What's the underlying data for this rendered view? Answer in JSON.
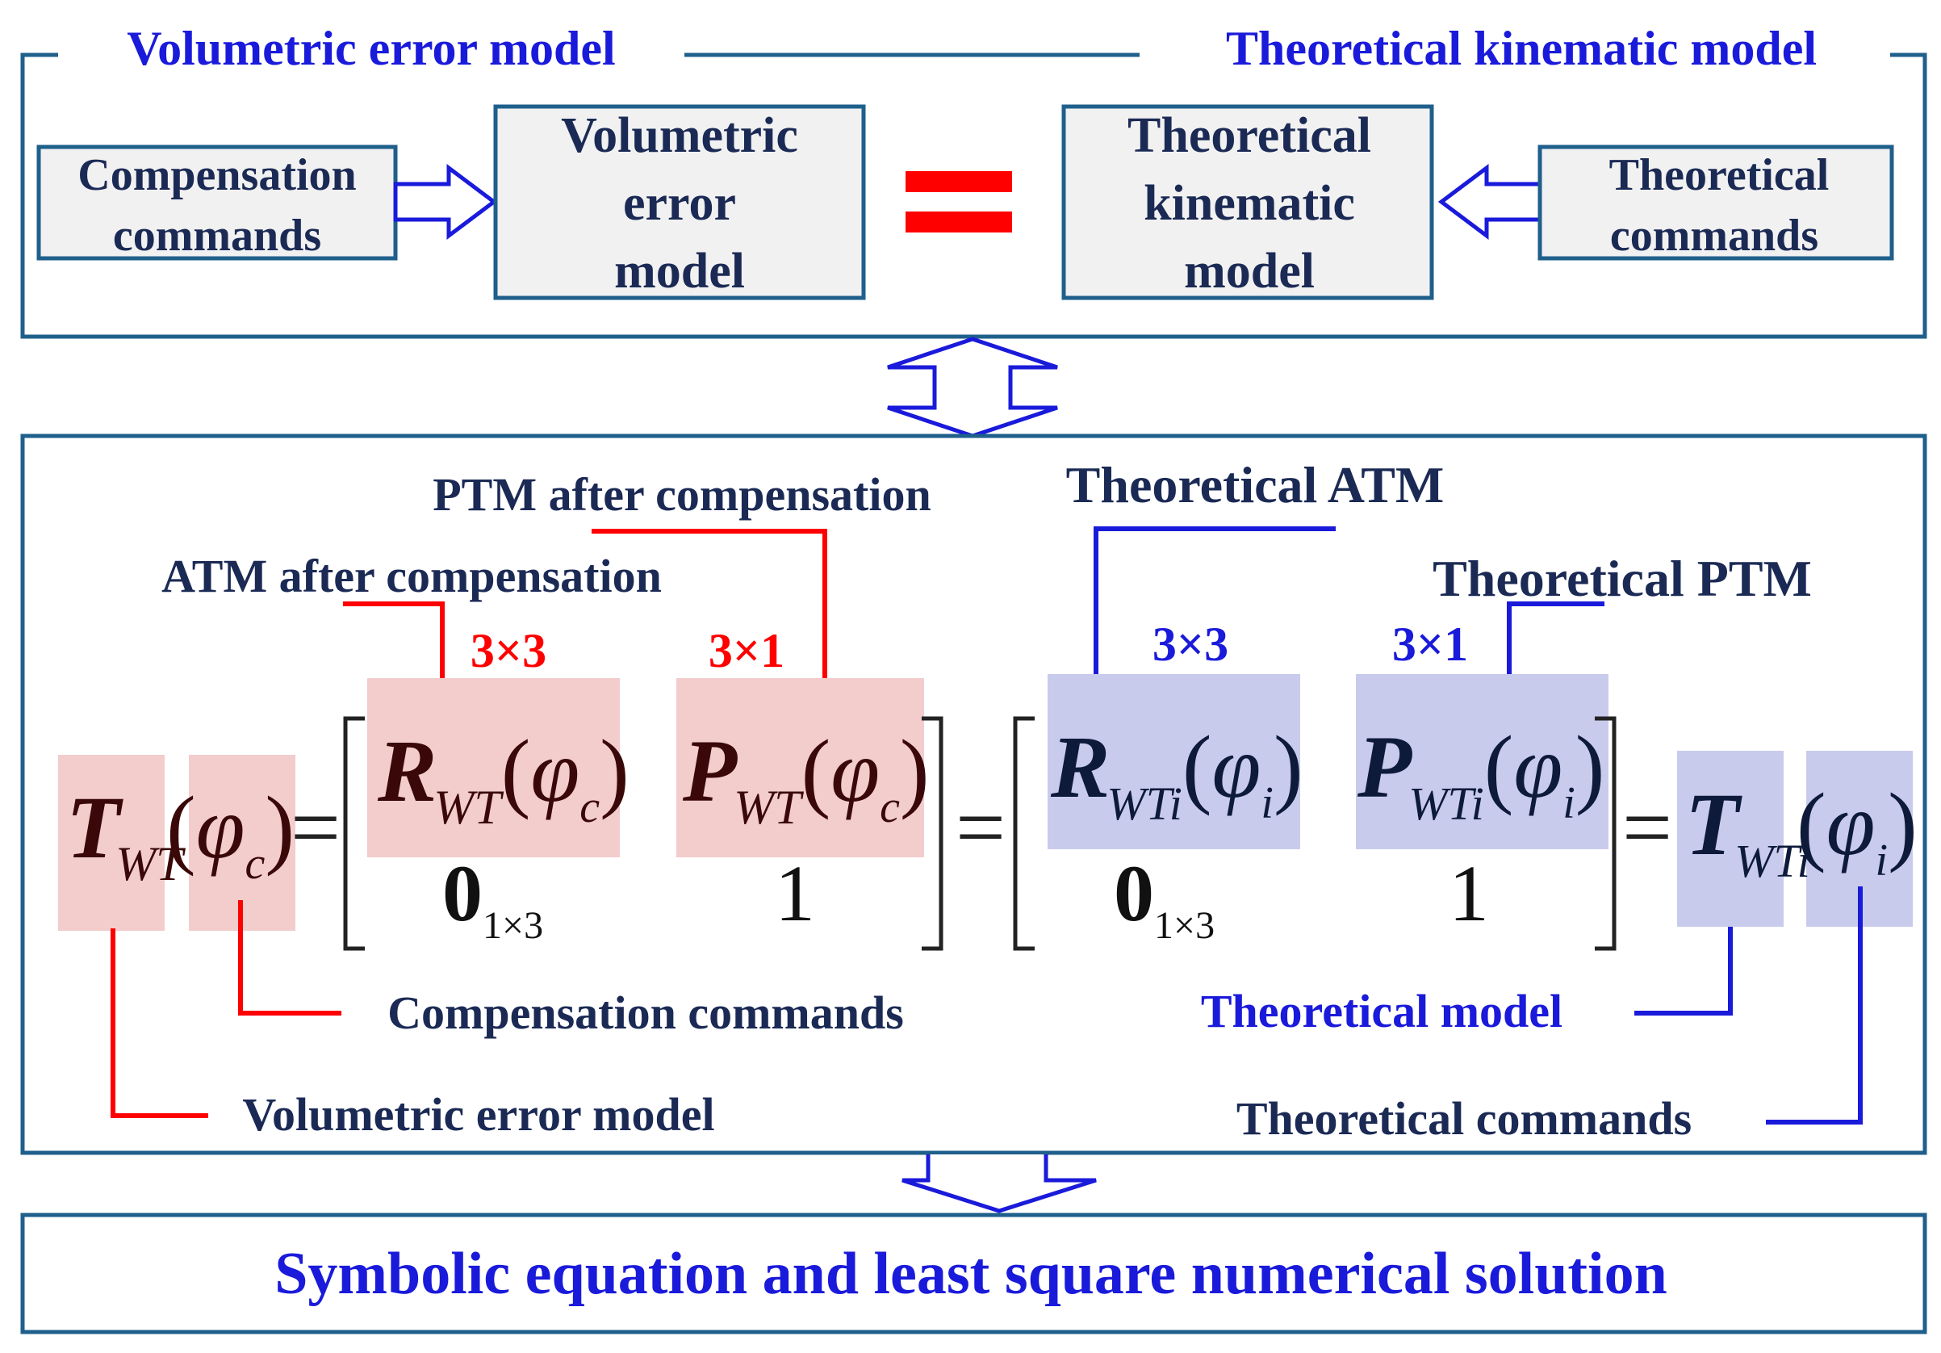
{
  "top_panel": {
    "left_title": "Volumetric error model",
    "right_title": "Theoretical kinematic model",
    "compensation_box": [
      "Compensation",
      "commands"
    ],
    "volumetric_box": [
      "Volumetric",
      "error",
      "model"
    ],
    "equals_sign": "=",
    "theoretical_box": [
      "Theoretical",
      "kinematic",
      "model"
    ],
    "commands_box": [
      "Theoretical",
      "commands"
    ]
  },
  "equation_panel": {
    "labels": {
      "ptm_after": "PTM after compensation",
      "atm_after": "ATM after compensation",
      "theoretical_atm": "Theoretical ATM",
      "theoretical_ptm": "Theoretical PTM",
      "compensation_commands": "Compensation commands",
      "volumetric_error_model": "Volumetric error model",
      "theoretical_model": "Theoretical model",
      "theoretical_commands": "Theoretical commands"
    },
    "dims": {
      "red_r": "3×3",
      "red_p": "3×1",
      "blue_r": "3×3",
      "blue_p": "3×1"
    },
    "math": {
      "T": "T",
      "R": "R",
      "P": "P",
      "sub_wt": "WT",
      "sub_wti": "WTi",
      "phi": "φ",
      "c": "c",
      "i": "i",
      "lparen": "(",
      "rparen": ")",
      "eq": "=",
      "zero": "0",
      "zero_sub": "1×3",
      "one": "1"
    }
  },
  "bottom_panel": {
    "text": "Symbolic equation and least square numerical solution"
  },
  "colors": {
    "frame": "#1f5f8b",
    "box_fill": "#f1f1f1",
    "blue_text": "#1a1adb",
    "navy_text": "#1b2a55",
    "red": "#ff0000",
    "red_highlight": "#f3cccc",
    "blue_highlight": "#c9cbec",
    "math_dark": "#3a0808",
    "math_dark_blue": "#0d1a3a"
  }
}
